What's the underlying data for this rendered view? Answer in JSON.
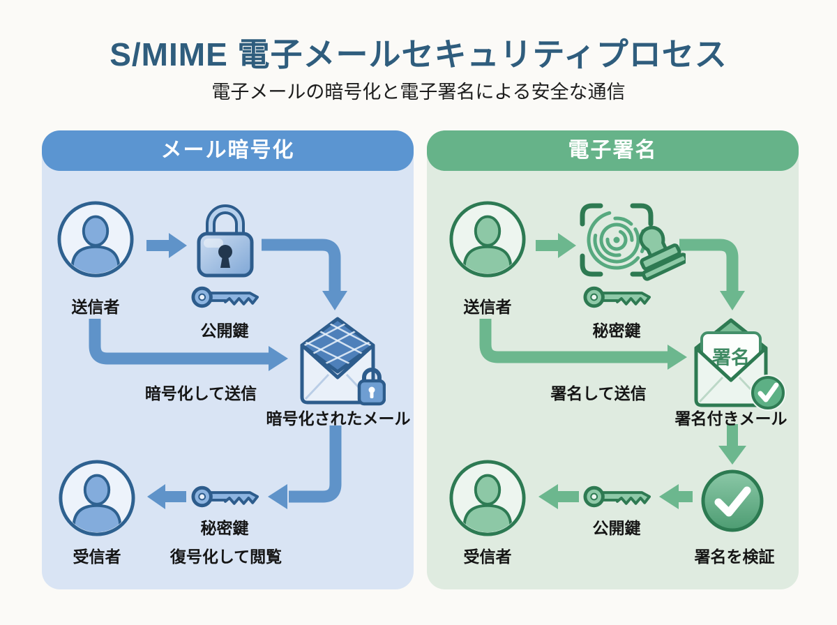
{
  "header": {
    "title": "S/MIME 電子メールセキュリティプロセス",
    "subtitle": "電子メールの暗号化と電子署名による安全な通信"
  },
  "panels": {
    "encryption": {
      "header": "メール暗号化",
      "labels": {
        "sender": "送信者",
        "public_key": "公開鍵",
        "send_action": "暗号化して送信",
        "mail": "暗号化されたメール",
        "private_key": "秘密鍵",
        "receive_action": "復号化して閲覧",
        "receiver": "受信者"
      }
    },
    "signature": {
      "header": "電子署名",
      "labels": {
        "sender": "送信者",
        "private_key": "秘密鍵",
        "send_action": "署名して送信",
        "mail": "署名付きメール",
        "badge": "署名",
        "public_key": "公開鍵",
        "verify": "署名を検証",
        "receiver": "受信者"
      }
    }
  },
  "icons": {
    "left": [
      "sender-avatar-icon",
      "padlock-icon",
      "public-key-icon",
      "encrypted-envelope-icon",
      "private-key-icon",
      "receiver-avatar-icon"
    ],
    "right": [
      "sender-avatar-icon",
      "fingerprint-stamp-icon",
      "private-key-icon",
      "signed-envelope-icon",
      "check-circle-icon",
      "public-key-icon",
      "receiver-avatar-icon"
    ]
  },
  "colors": {
    "title": "#2f5d7d",
    "blue_header": "#5b95d1",
    "green_header": "#66b389",
    "blue_panel_bg": "#d9e4f4",
    "green_panel_bg": "#dfebe0",
    "blue_arrow": "#5f93c9",
    "green_arrow": "#6cb78e",
    "blue_outline": "#2d5c8c",
    "green_outline": "#2e7a52"
  }
}
